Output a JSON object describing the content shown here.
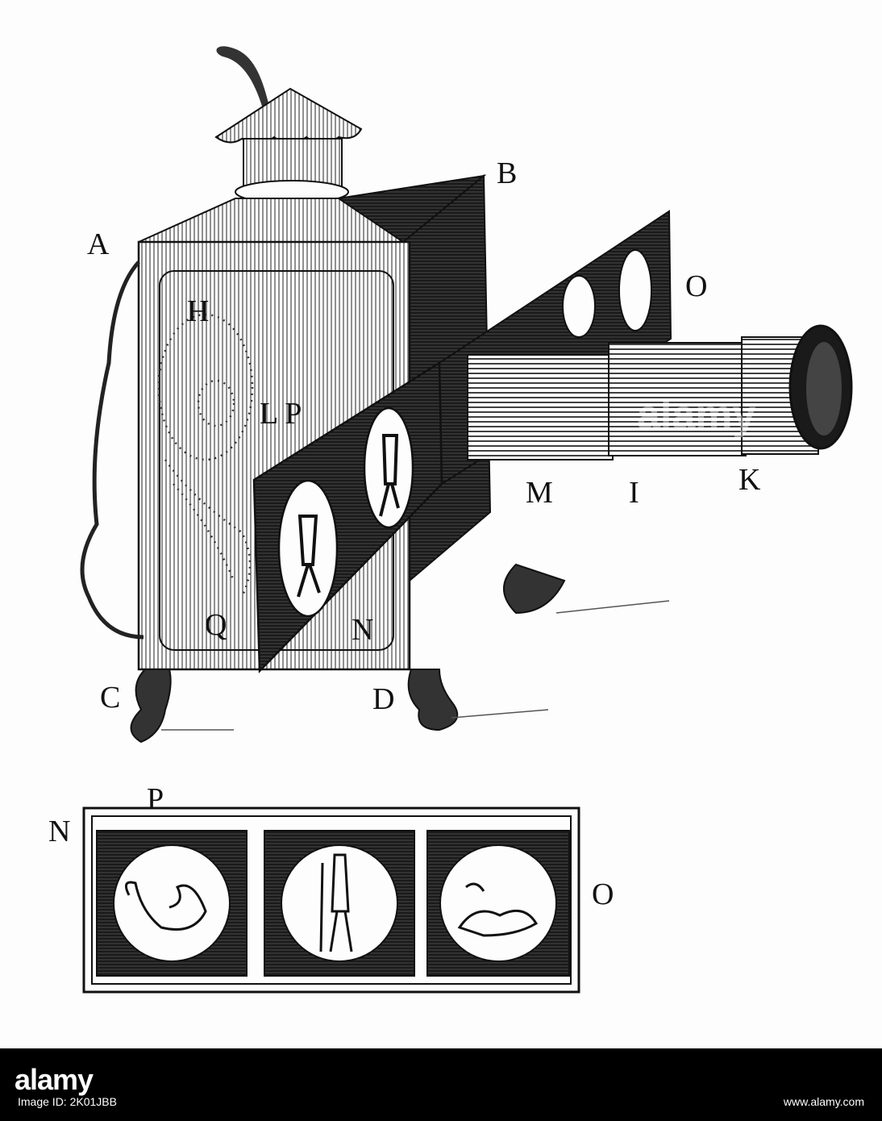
{
  "labels": {
    "A": "A",
    "B": "B",
    "H": "H",
    "LP": "L P",
    "O_top": "O",
    "M": "M",
    "I": "I",
    "K": "K",
    "Q": "Q",
    "N_lamp": "N",
    "C": "C",
    "D": "D",
    "N_slide": "N",
    "P_slide": "P",
    "O_slide": "O"
  },
  "watermark": "alamy",
  "footer": {
    "logo": "alamy",
    "image_id_text": "Image ID: 2K01JBB",
    "site_url": "www.alamy.com"
  },
  "colors": {
    "ink": "#111111",
    "paper": "#fdfdfd",
    "footer_bg": "#000000"
  }
}
